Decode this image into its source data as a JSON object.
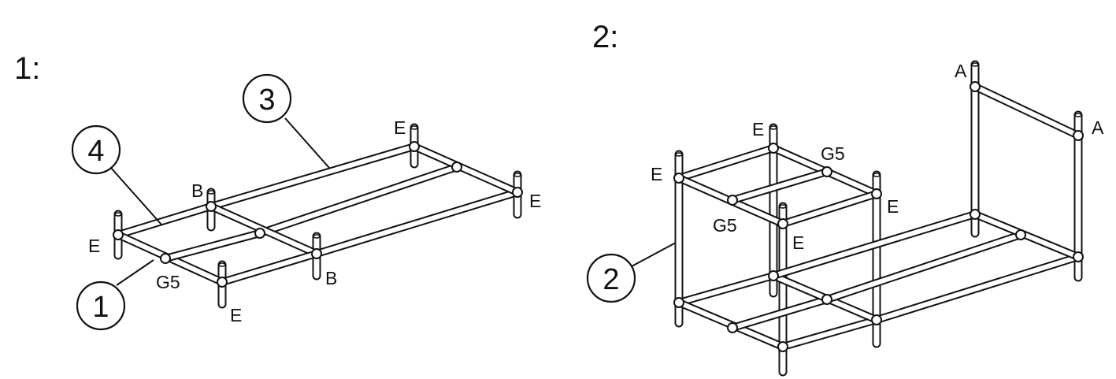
{
  "steps": {
    "step1": "1:",
    "step2": "2:"
  },
  "diagram1": {
    "callout_4": "4",
    "callout_3": "3",
    "callout_1": "1",
    "label_E_top": "E",
    "label_E_right": "E",
    "label_B_top": "B",
    "label_E_left": "E",
    "label_G5": "G5",
    "label_B_bottom": "B",
    "label_E_bottom": "E"
  },
  "diagram2": {
    "callout_2": "2",
    "label_A_left": "A",
    "label_A_right": "A",
    "label_E_top": "E",
    "label_G5_top": "G5",
    "label_E_left": "E",
    "label_E_right": "E",
    "label_G5_mid": "G5",
    "label_E_mid": "E"
  }
}
